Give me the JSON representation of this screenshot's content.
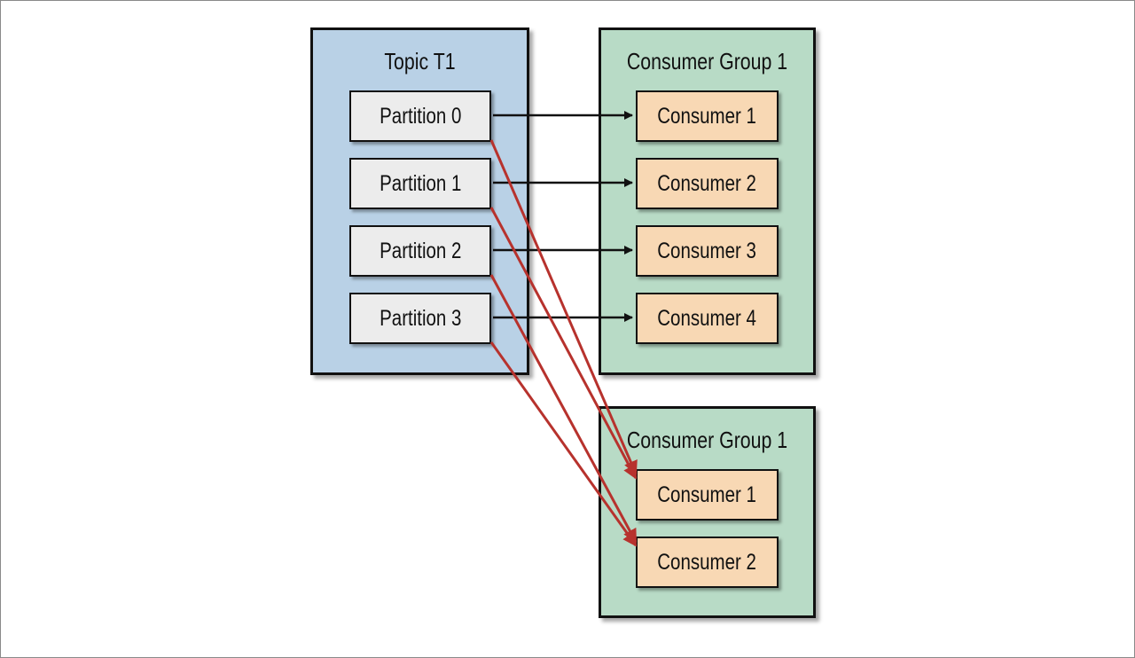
{
  "topic": {
    "title": "Topic T1",
    "partitions": [
      "Partition 0",
      "Partition 1",
      "Partition 2",
      "Partition 3"
    ]
  },
  "group_a": {
    "title": "Consumer Group 1",
    "consumers": [
      "Consumer 1",
      "Consumer 2",
      "Consumer 3",
      "Consumer 4"
    ]
  },
  "group_b": {
    "title": "Consumer Group 1",
    "consumers": [
      "Consumer 1",
      "Consumer 2"
    ]
  },
  "colors": {
    "topic_bg": "#b9d1e6",
    "group_bg": "#b8dbc6",
    "partition_bg": "#ececec",
    "consumer_bg": "#f8d8b4",
    "black_arrow": "#111111",
    "red_arrow": "#b7322d"
  },
  "connections": {
    "group_a": [
      [
        0,
        0
      ],
      [
        1,
        1
      ],
      [
        2,
        2
      ],
      [
        3,
        3
      ]
    ],
    "group_b": [
      [
        0,
        0
      ],
      [
        1,
        0
      ],
      [
        2,
        1
      ],
      [
        3,
        1
      ]
    ]
  }
}
